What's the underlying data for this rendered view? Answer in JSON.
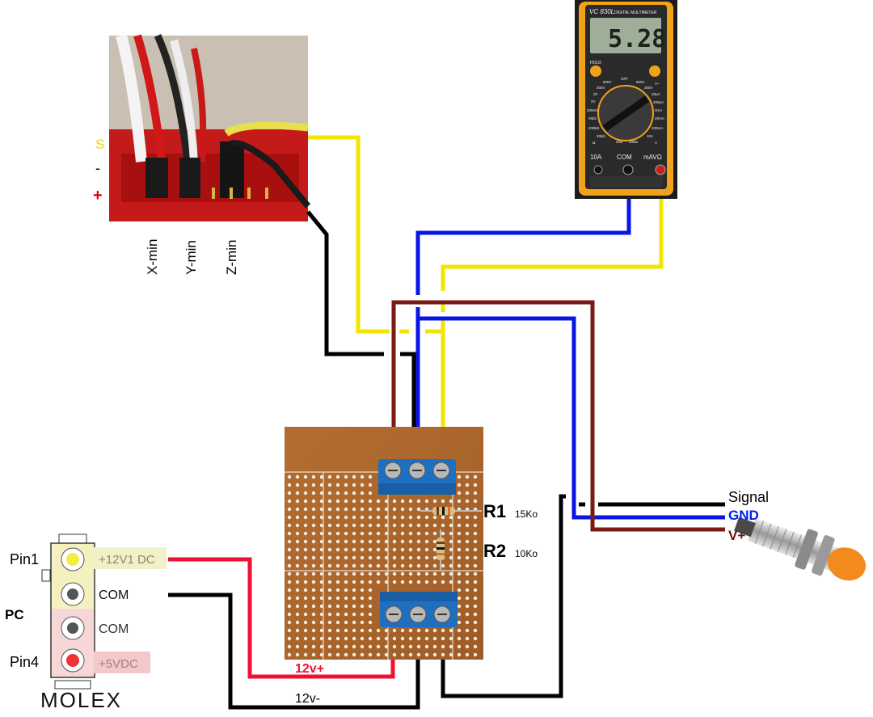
{
  "header_pins": {
    "signal": "S",
    "minus": "-",
    "plus": "+",
    "colors": {
      "signal": "#e6d800",
      "minus": "#000000",
      "plus": "#e00000"
    }
  },
  "axis_pins": {
    "x": "X-min",
    "y": "Y-min",
    "z": "Z-min"
  },
  "multimeter": {
    "model": "VC 830L",
    "subtitle": "DIGITAL MULTIMETER",
    "display": "5.28",
    "hold": "HOLD",
    "port_10a": "10A",
    "port_com": "COM",
    "port_mavd": "mAVΩ",
    "scale_labels": [
      "600V",
      "OFF",
      "600V",
      "200V",
      "V~",
      "200V",
      "20",
      "2V",
      "200mV",
      "20μA",
      "200μA",
      "2mA",
      "20mA",
      "200mA",
      "10A",
      "2MΩ",
      "200kΩ",
      "20kΩ",
      "2kΩ",
      "200Ω",
      "Ω",
      "A"
    ]
  },
  "resistors": {
    "r1_name": "R1",
    "r1_value": "15Ko",
    "r2_name": "R2",
    "r2_value": "10Ko"
  },
  "sensor": {
    "signal": "Signal",
    "gnd": "GND",
    "vplus": "V+",
    "colors": {
      "signal": "#000000",
      "gnd": "#0022ee",
      "vplus": "#6a1010"
    }
  },
  "power": {
    "pc": "PC",
    "pin1": "Pin1",
    "pin4": "Pin4",
    "plus12": "+12V1 DC",
    "com1": "COM",
    "com2": "COM",
    "plus5": "+5VDC",
    "molex": "MOLEX",
    "label_12vplus": "12v+",
    "label_12vminus": "12v-"
  },
  "wire_colors": {
    "yellow": "#f2e600",
    "black": "#000000",
    "blue": "#0a14e6",
    "brown": "#7a1a12",
    "red": "#ee1133"
  }
}
